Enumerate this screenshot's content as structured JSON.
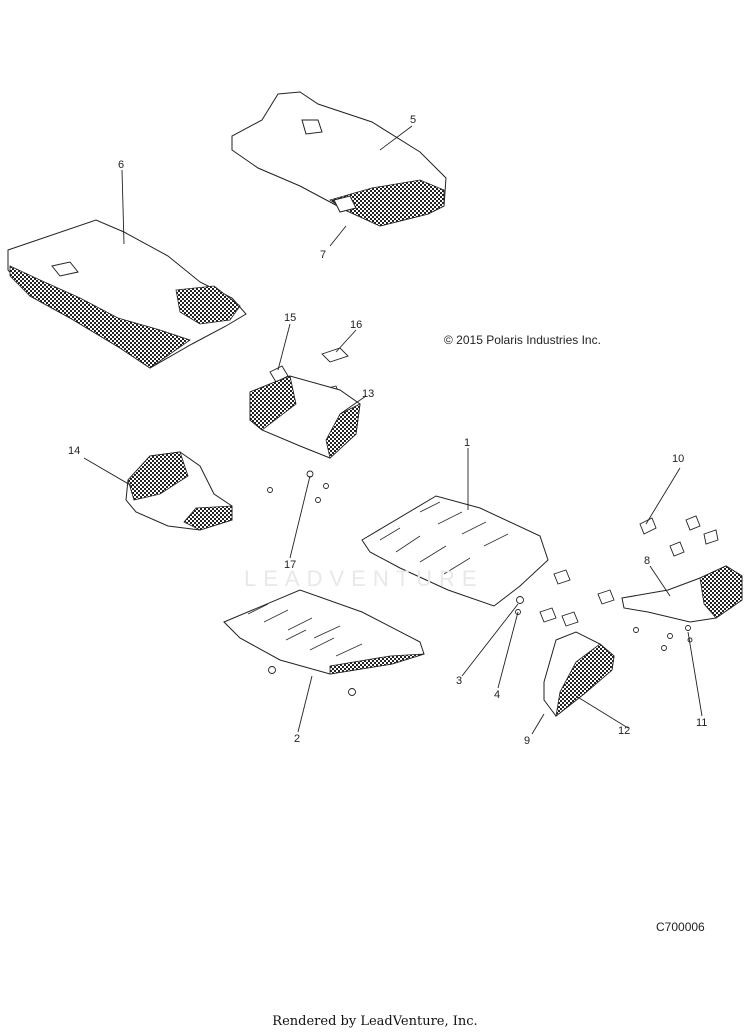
{
  "copyright": "© 2015 Polaris Industries Inc.",
  "drawing_code": "C700006",
  "footer": "Rendered by LeadVenture, Inc.",
  "watermark": "LEADVENTURE",
  "callouts": [
    {
      "id": "c1",
      "label": "1"
    },
    {
      "id": "c2",
      "label": "2"
    },
    {
      "id": "c3",
      "label": "3"
    },
    {
      "id": "c4",
      "label": "4"
    },
    {
      "id": "c5",
      "label": "5"
    },
    {
      "id": "c6",
      "label": "6"
    },
    {
      "id": "c7",
      "label": "7"
    },
    {
      "id": "c8",
      "label": "8"
    },
    {
      "id": "c9",
      "label": "9"
    },
    {
      "id": "c10",
      "label": "10"
    },
    {
      "id": "c11",
      "label": "11"
    },
    {
      "id": "c12",
      "label": "12"
    },
    {
      "id": "c13",
      "label": "13"
    },
    {
      "id": "c14",
      "label": "14"
    },
    {
      "id": "c15",
      "label": "15"
    },
    {
      "id": "c16",
      "label": "16"
    },
    {
      "id": "c17",
      "label": "17"
    }
  ]
}
